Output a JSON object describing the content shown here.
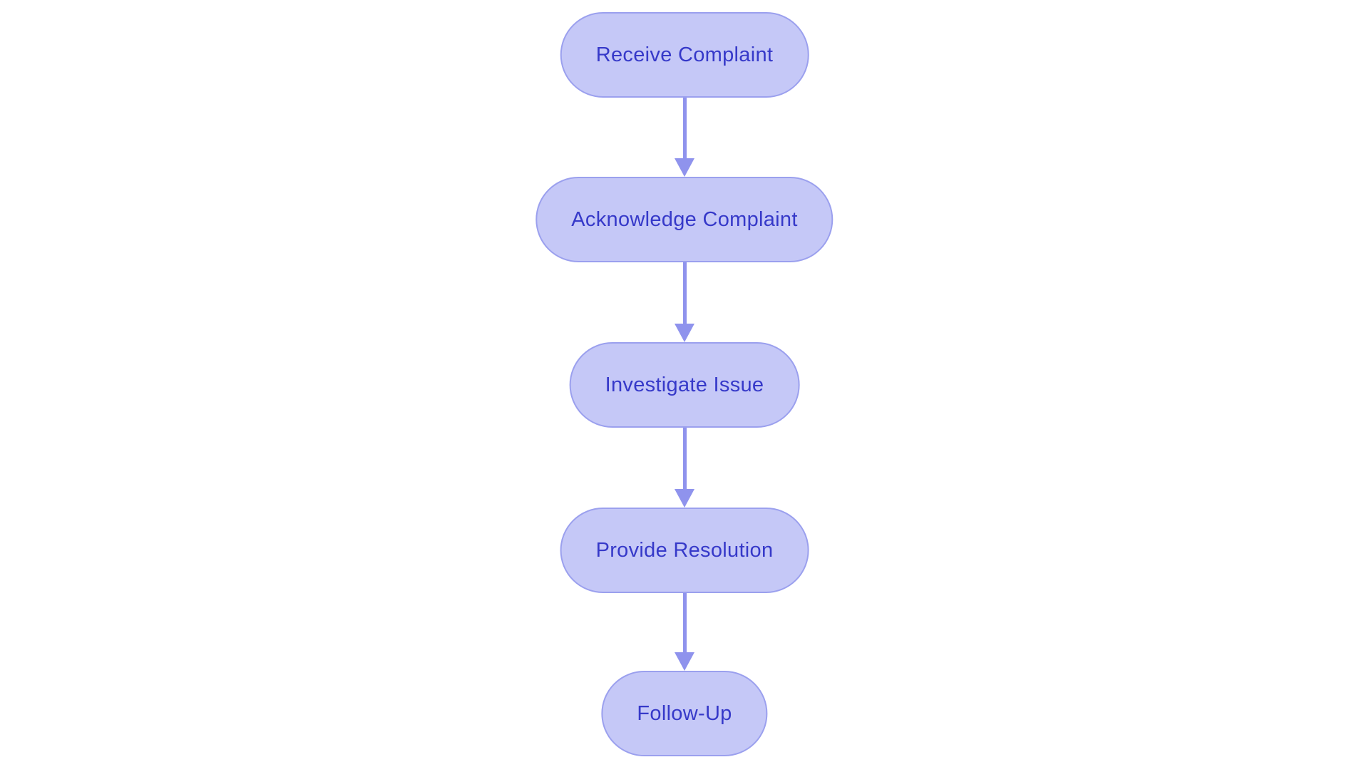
{
  "page": {
    "background_color": "#ffffff"
  },
  "flowchart": {
    "type": "flowchart",
    "direction": "top-down",
    "style": {
      "node_fill_color": "#c5c8f7",
      "node_border_color": "#9ba0ee",
      "node_text_color": "#3639c9",
      "arrow_color": "#8f93ed"
    },
    "nodes": [
      {
        "label": "Receive Complaint"
      },
      {
        "label": "Acknowledge Complaint"
      },
      {
        "label": "Investigate Issue"
      },
      {
        "label": "Provide Resolution"
      },
      {
        "label": "Follow-Up"
      }
    ],
    "edges": [
      {
        "from": "Receive Complaint",
        "to": "Acknowledge Complaint"
      },
      {
        "from": "Acknowledge Complaint",
        "to": "Investigate Issue"
      },
      {
        "from": "Investigate Issue",
        "to": "Provide Resolution"
      },
      {
        "from": "Provide Resolution",
        "to": "Follow-Up"
      }
    ]
  }
}
